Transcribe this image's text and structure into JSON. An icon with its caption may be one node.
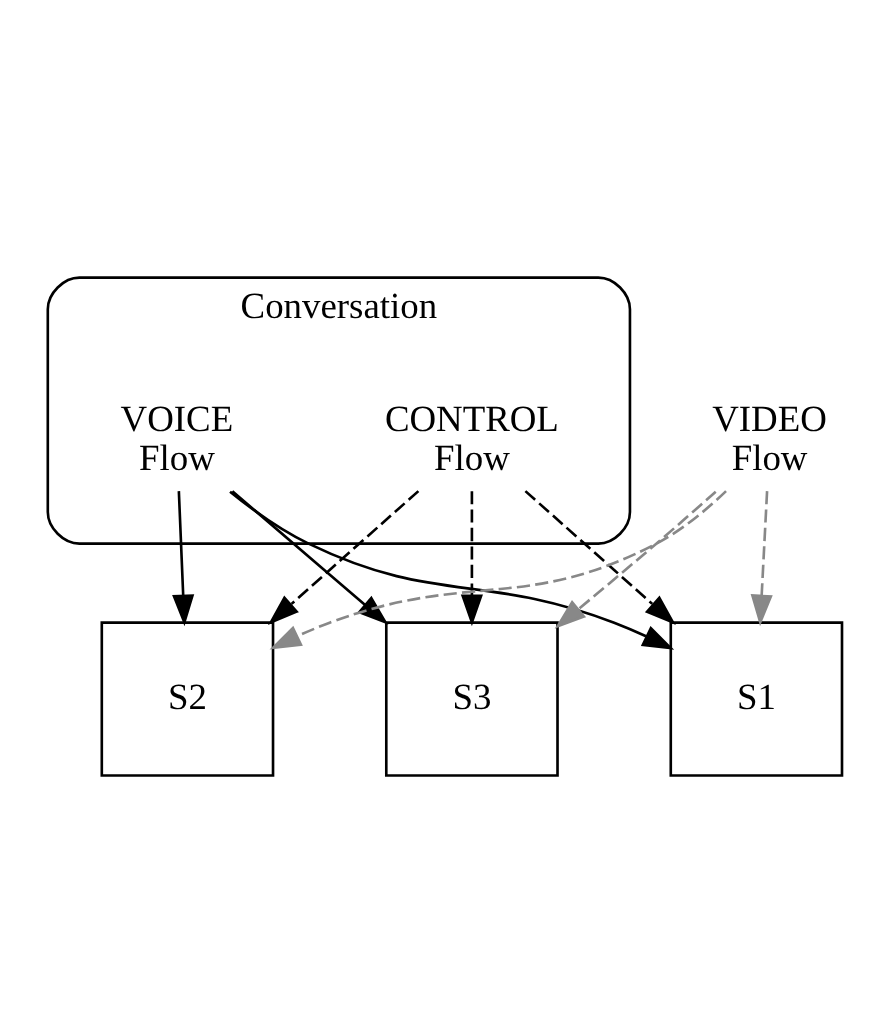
{
  "diagram": {
    "nodes": [
      {
        "text": [
          "Conversation"
        ]
      },
      {
        "text": [
          "S1"
        ]
      },
      {
        "text": [
          "S2"
        ]
      },
      {
        "text": [
          "S3"
        ]
      },
      {
        "text": [
          "CONTROL",
          "Flow"
        ],
        "in": 0
      },
      {
        "text": [
          "VOICE",
          "Flow"
        ],
        "in": 0
      },
      {
        "text": [
          "VIDEO",
          "Flow"
        ]
      }
    ],
    "edges": [
      {
        "from": 5,
        "to": 1,
        "arrow": "to"
      },
      {
        "from": 4,
        "to": 1,
        "arrow": "to",
        "style": "dashed"
      },
      {
        "from": 6,
        "to": 1,
        "arrow": "to",
        "style": "dashed",
        "color": "#888888"
      },
      {
        "from": 4,
        "to": 2,
        "arrow": "to",
        "style": "dashed"
      },
      {
        "from": 6,
        "to": 2,
        "arrow": "to",
        "style": "dashed",
        "color": "#888888"
      },
      {
        "from": 5,
        "to": 2,
        "arrow": "to"
      },
      {
        "from": 4,
        "to": 3,
        "arrow": "to",
        "style": "dashed"
      },
      {
        "from": 6,
        "to": 3,
        "arrow": "to",
        "style": "dashed",
        "color": "#888888"
      },
      {
        "from": 5,
        "to": 3,
        "arrow": "to"
      }
    ]
  }
}
